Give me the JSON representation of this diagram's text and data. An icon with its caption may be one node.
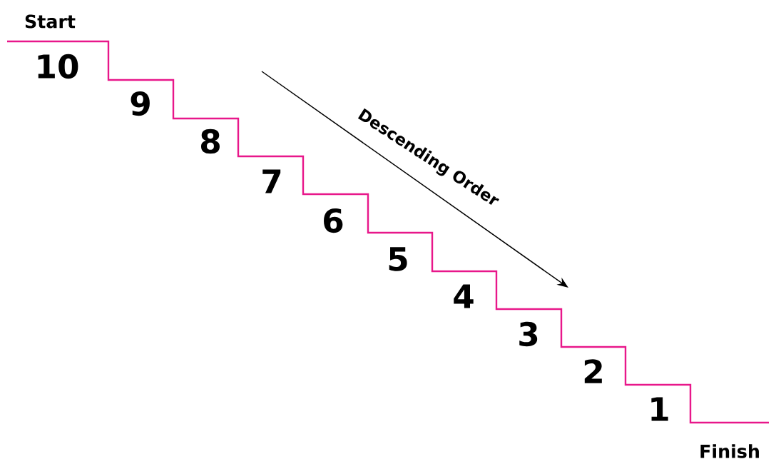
{
  "diagram": {
    "labels": [
      "Start",
      "10",
      "9",
      "8",
      "7",
      "6",
      "5",
      "4",
      "3",
      "2",
      "1",
      "Descending Order",
      "Finish"
    ]
  }
}
